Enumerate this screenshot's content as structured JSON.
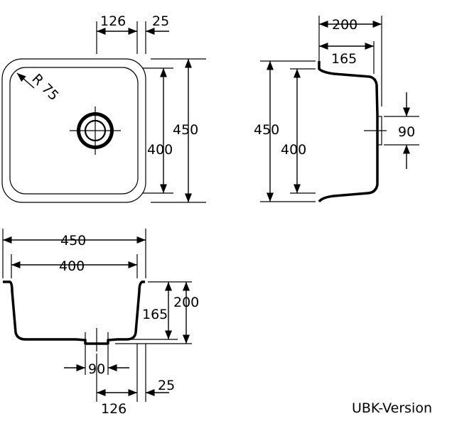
{
  "diagram": {
    "top_view": {
      "dim_top_left": "126",
      "dim_top_right": "25",
      "radius": "R 75",
      "dim_outer_height": "450",
      "dim_inner_height": "400"
    },
    "side_view": {
      "dim_total_depth": "200",
      "dim_inner_depth": "165",
      "dim_outer_height": "450",
      "dim_inner_height": "400",
      "dim_drain": "90"
    },
    "front_view": {
      "dim_outer_width": "450",
      "dim_inner_width": "400",
      "dim_inner_depth": "165",
      "dim_total_depth": "200",
      "dim_drain": "90",
      "dim_bottom_right": "25",
      "dim_bottom_left": "126"
    },
    "caption": "UBK-Version"
  }
}
